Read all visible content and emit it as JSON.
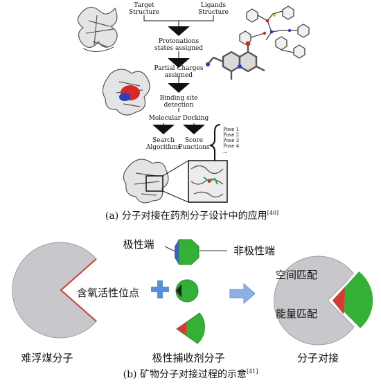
{
  "part_a": {
    "inputs": {
      "target": [
        "Target",
        "Structure"
      ],
      "ligands": [
        "Ligands",
        "Structure"
      ]
    },
    "steps": {
      "protonation": [
        "Protonations",
        "states assigned"
      ],
      "charges": [
        "Partial Charges",
        "assigned"
      ],
      "binding": [
        "Binding site",
        "detection"
      ],
      "docking": "Molecular Docking"
    },
    "branches": {
      "search": [
        "Search",
        "Algorithms"
      ],
      "score": [
        "Score",
        "Functions"
      ]
    },
    "poses": [
      "Pose 1",
      "Pose 2",
      "Pose 3",
      "Pose 4",
      "..."
    ],
    "caption": "(a) 分子对接在药剂分子设计中的应用",
    "caption_ref": "[40]"
  },
  "part_b": {
    "label_polar": "极性端",
    "label_nonpolar": "非极性端",
    "label_oxygen_sites": "含氧活性位点",
    "label_space_match": "空间匹配",
    "label_energy_match": "能量匹配",
    "label_coal": "难浮煤分子",
    "label_collector": "极性捕收剂分子",
    "label_docking": "分子对接",
    "caption": "(b) 矿物分子对接过程的示意",
    "caption_ref": "[41]"
  },
  "colors": {
    "coal_gray": "#c8c8cc",
    "collector_green": "#33b035",
    "polar_blue": "#3a62c2",
    "polar_red": "#d63a30",
    "arrow_blue": "#8fb0e6",
    "plus_blue": "#5b8fdc"
  }
}
